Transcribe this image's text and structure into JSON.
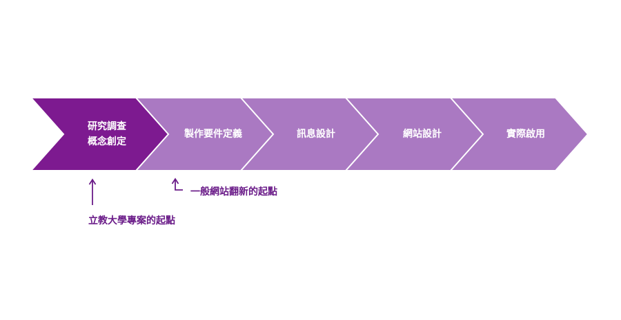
{
  "colors": {
    "first_step": "#7d1a90",
    "steps": "#aa79c2",
    "separator": "#ffffff",
    "annotation": "#6a1b88"
  },
  "steps": [
    {
      "lines": [
        "研究調查",
        "概念創定"
      ]
    },
    {
      "lines": [
        "製作要件定義"
      ]
    },
    {
      "lines": [
        "訊息設計"
      ]
    },
    {
      "lines": [
        "網站設計"
      ]
    },
    {
      "lines": [
        "實際啟用"
      ]
    }
  ],
  "annotations": {
    "university_start": "立教大學專案的起點",
    "general_start": "一般網站翻新的起點"
  }
}
